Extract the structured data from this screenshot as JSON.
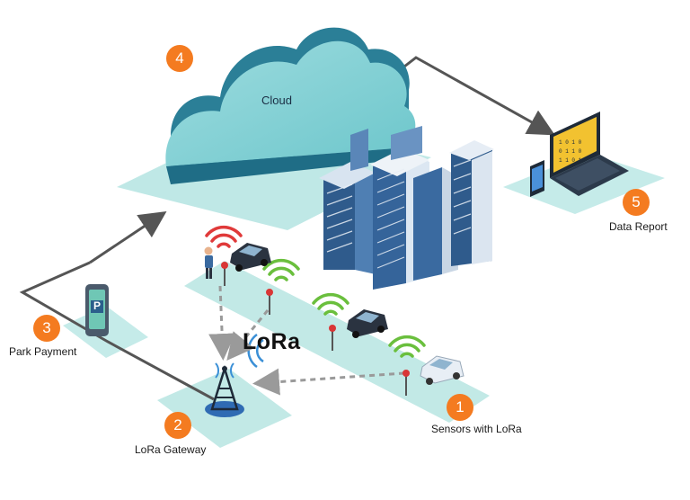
{
  "labels": {
    "cloud": "Cloud",
    "data_report": "Data Report",
    "park_payment": "Park Payment",
    "lora_gateway": "LoRa Gateway",
    "sensors": "Sensors with LoRa",
    "lora_logo": "LoRa",
    "parking_sign": "P"
  },
  "badges": {
    "sensors": "1",
    "gateway": "2",
    "payment": "3",
    "cloud": "4",
    "report": "5"
  },
  "colors": {
    "accent_orange": "#f47b20",
    "platform": "#bfe8e6",
    "cloud_light": "#7fcfd3",
    "cloud_dark": "#2b7f97",
    "building": "#2f5b8c",
    "signal_green": "#6abf3d",
    "signal_red": "#e03a3a",
    "arrow": "#555555"
  }
}
